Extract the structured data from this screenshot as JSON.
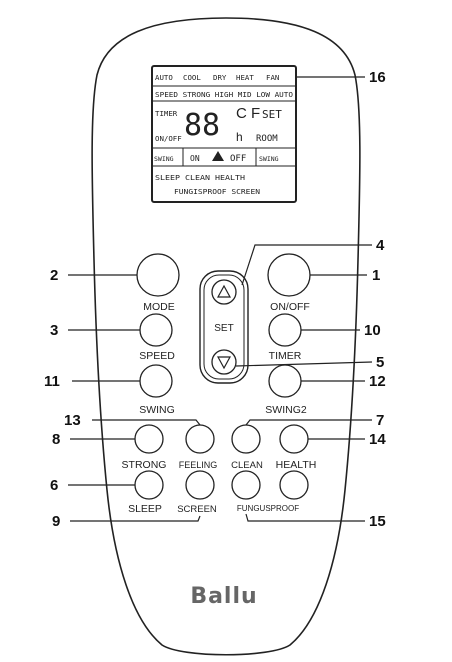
{
  "brand": "Ballu",
  "lcd": {
    "row1": [
      "AUTO",
      "COOL",
      "DRY",
      "HEAT",
      "FAN"
    ],
    "row2": "SPEED STRONG HIGH MID LOW AUTO",
    "timer": "TIMER",
    "onoff": "ON/OFF",
    "digits": "88",
    "unit": "C F",
    "set": "SET",
    "h": "h",
    "room": "ROOM",
    "swing1": "SWING",
    "on": "ON",
    "off": "OFF",
    "swing2": "SWING",
    "row5": "SLEEP CLEAN HEALTH",
    "row6": "FUNGISPROOF SCREEN"
  },
  "buttons": {
    "mode": "MODE",
    "onoff": "ON/OFF",
    "set": "SET",
    "speed": "SPEED",
    "timer": "TIMER",
    "swing": "SWING",
    "swing2": "SWING2",
    "strong": "STRONG",
    "feeling": "FEELING",
    "clean": "CLEAN",
    "health": "HEALTH",
    "sleep": "SLEEP",
    "screen": "SCREEN",
    "fungusproof": "FUNGUSPROOF"
  },
  "callouts": {
    "n1": "1",
    "n2": "2",
    "n3": "3",
    "n4": "4",
    "n5": "5",
    "n6": "6",
    "n7": "7",
    "n8": "8",
    "n9": "9",
    "n10": "10",
    "n11": "11",
    "n12": "12",
    "n13": "13",
    "n14": "14",
    "n15": "15",
    "n16": "16"
  }
}
